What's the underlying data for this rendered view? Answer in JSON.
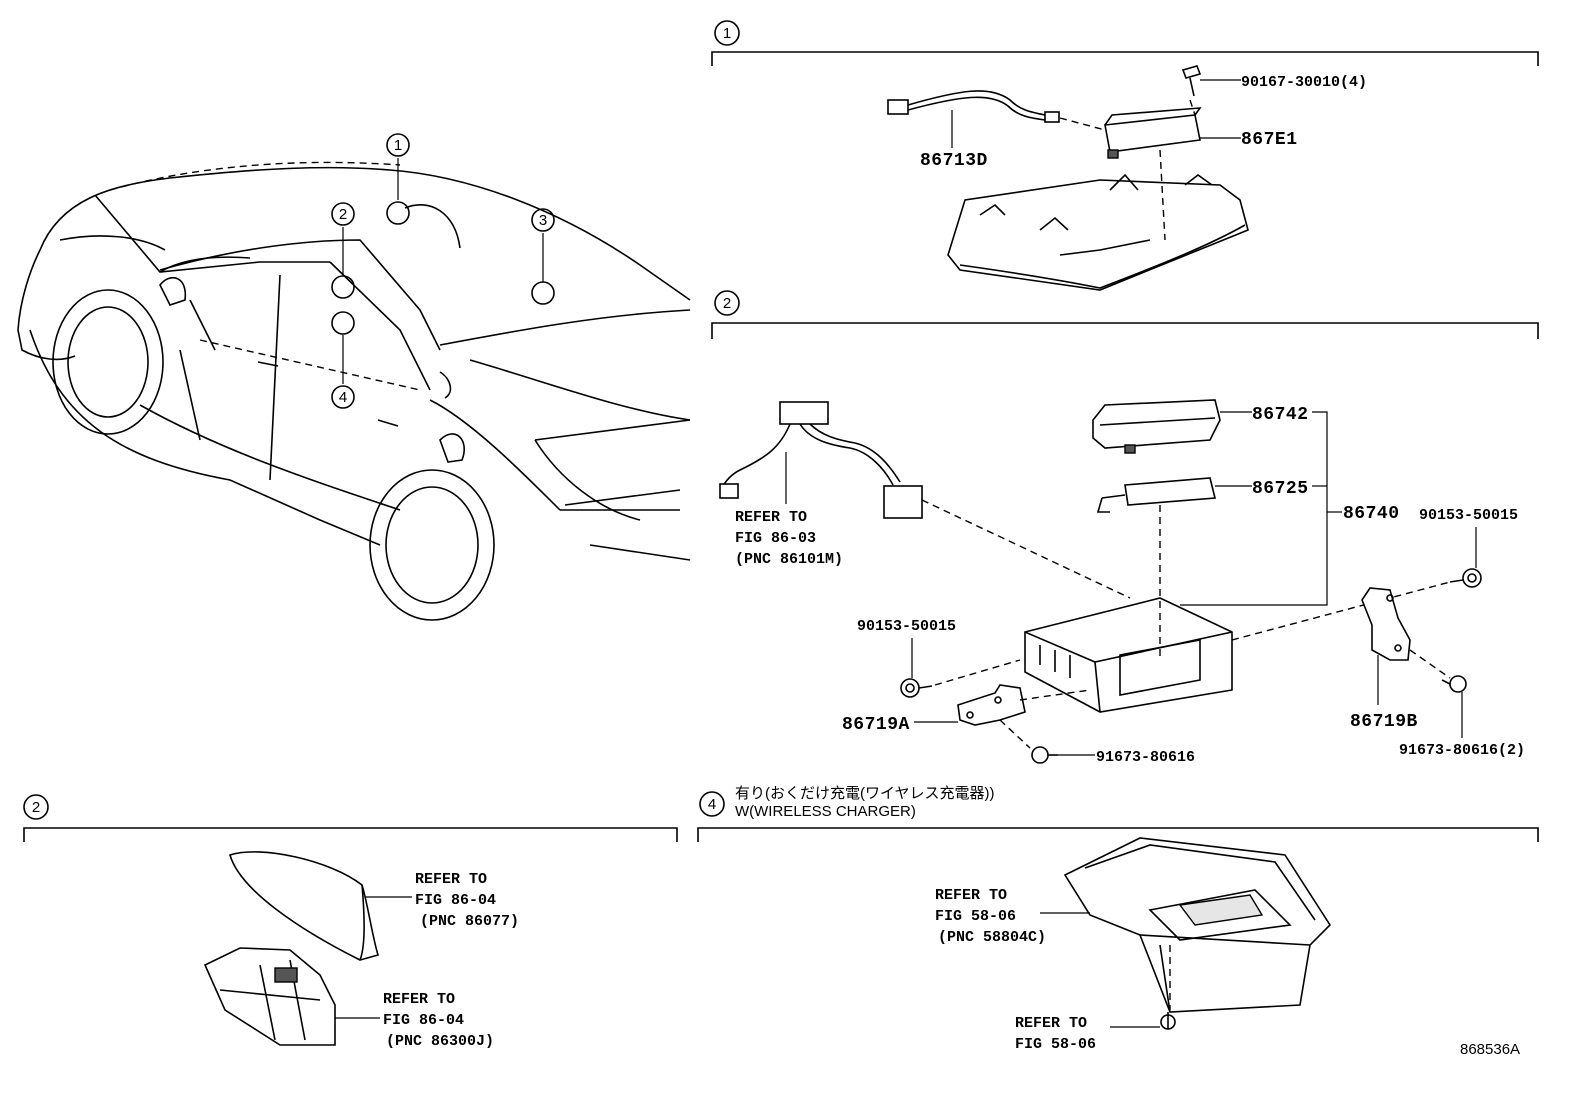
{
  "figure_code": "868536A",
  "overview": {
    "callouts": [
      "1",
      "2",
      "3",
      "4"
    ]
  },
  "sections": [
    {
      "number": "1",
      "parts": [
        {
          "label": "90167-30010(4)"
        },
        {
          "label": "867E1"
        },
        {
          "label": "86713D"
        }
      ]
    },
    {
      "number": "2",
      "parts": [
        {
          "label": "86742"
        },
        {
          "label": "86725"
        },
        {
          "label": "86740"
        },
        {
          "label": "90153-50015"
        },
        {
          "label": "90153-50015"
        },
        {
          "label": "86719A"
        },
        {
          "label": "86719B"
        },
        {
          "label": "91673-80616"
        },
        {
          "label": "91673-80616(2)"
        }
      ],
      "refer": [
        "REFER TO",
        "FIG 86-03",
        "(PNC 86101M)"
      ]
    },
    {
      "number": "2",
      "refers": [
        [
          "REFER TO",
          "FIG 86-04",
          "(PNC 86077)"
        ],
        [
          "REFER TO",
          "FIG 86-04",
          "(PNC 86300J)"
        ]
      ]
    },
    {
      "number": "4",
      "note_jp": "有り(おくだけ充電(ワイヤレス充電器))",
      "note_en": "W(WIRELESS CHARGER)",
      "refers": [
        [
          "REFER TO",
          "FIG 58-06",
          "(PNC 58804C)"
        ],
        [
          "REFER TO",
          "FIG 58-06"
        ]
      ]
    }
  ]
}
